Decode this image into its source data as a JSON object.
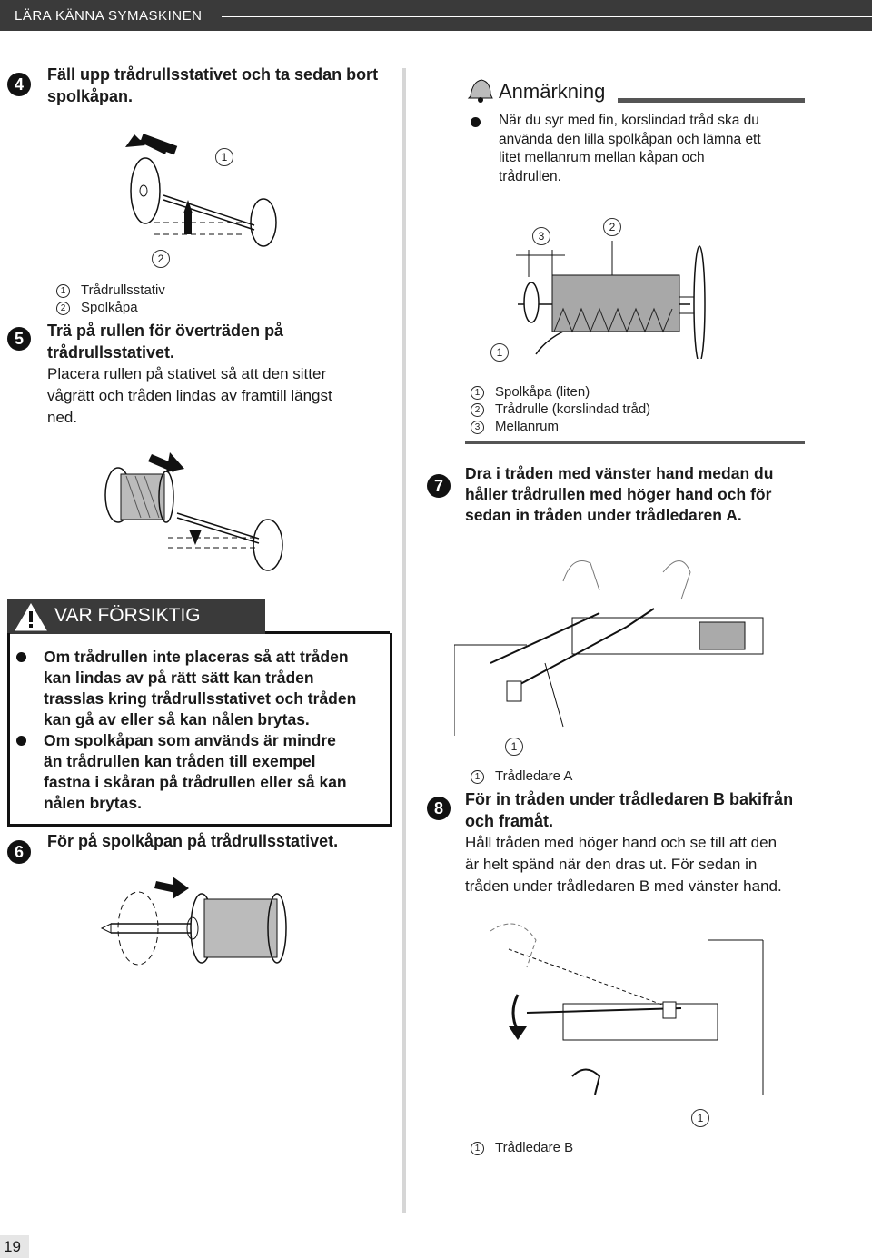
{
  "header": {
    "title": "LÄRA KÄNNA SYMASKINEN"
  },
  "page_number": "19",
  "step4": {
    "num": "4",
    "title_l1": "Fäll upp trådrullsstativet och ta sedan bort",
    "title_l2": "spolkåpan.",
    "callout_1": "1",
    "callout_2": "2",
    "captions": [
      {
        "num": "1",
        "text": "Trådrullsstativ"
      },
      {
        "num": "2",
        "text": "Spolkåpa"
      }
    ]
  },
  "step5": {
    "num": "5",
    "title_l1": "Trä på rullen för överträden på",
    "title_l2": "trådrullsstativet.",
    "body_l1": "Placera rullen på stativet så att den sitter",
    "body_l2": "vågrätt och tråden lindas av framtill längst",
    "body_l3": "ned."
  },
  "caution": {
    "title": "VAR FÖRSIKTIG",
    "items": [
      {
        "l1": "Om trådrullen inte placeras så att tråden",
        "l2": "kan lindas av på rätt sätt kan tråden",
        "l3": "trasslas kring trådrullsstativet och tråden",
        "l4": "kan gå av eller så kan nålen brytas."
      },
      {
        "l1": "Om spolkåpan som används är mindre",
        "l2": "än trådrullen kan tråden till exempel",
        "l3": "fastna i skåran på trådrullen eller så kan",
        "l4": "nålen brytas."
      }
    ]
  },
  "step6": {
    "num": "6",
    "title": "För på spolkåpan på trådrullsstativet."
  },
  "note": {
    "title": "Anmärkning",
    "l1": "När du syr med fin, korslindad tråd ska du",
    "l2": "använda den lilla spolkåpan och lämna ett",
    "l3": "litet mellanrum mellan kåpan och",
    "l4": "trådrullen.",
    "callout_1": "1",
    "callout_2": "2",
    "callout_3": "3",
    "captions": [
      {
        "num": "1",
        "text": "Spolkåpa (liten)"
      },
      {
        "num": "2",
        "text": "Trådrulle (korslindad tråd)"
      },
      {
        "num": "3",
        "text": "Mellanrum"
      }
    ]
  },
  "step7": {
    "num": "7",
    "title_l1": "Dra i tråden med vänster hand medan du",
    "title_l2": "håller trådrullen med höger hand och för",
    "title_l3": "sedan in tråden under trådledaren A.",
    "callout_1": "1",
    "caption": {
      "num": "1",
      "text": "Trådledare A"
    }
  },
  "step8": {
    "num": "8",
    "title_l1": "För in tråden under trådledaren B bakifrån",
    "title_l2": "och framåt.",
    "body_l1": "Håll tråden med höger hand och se till att den",
    "body_l2": "är helt spänd när den dras ut. För sedan in",
    "body_l3": "tråden under trådledaren B med vänster hand.",
    "callout_1": "1",
    "caption": {
      "num": "1",
      "text": "Trådledare B"
    }
  }
}
